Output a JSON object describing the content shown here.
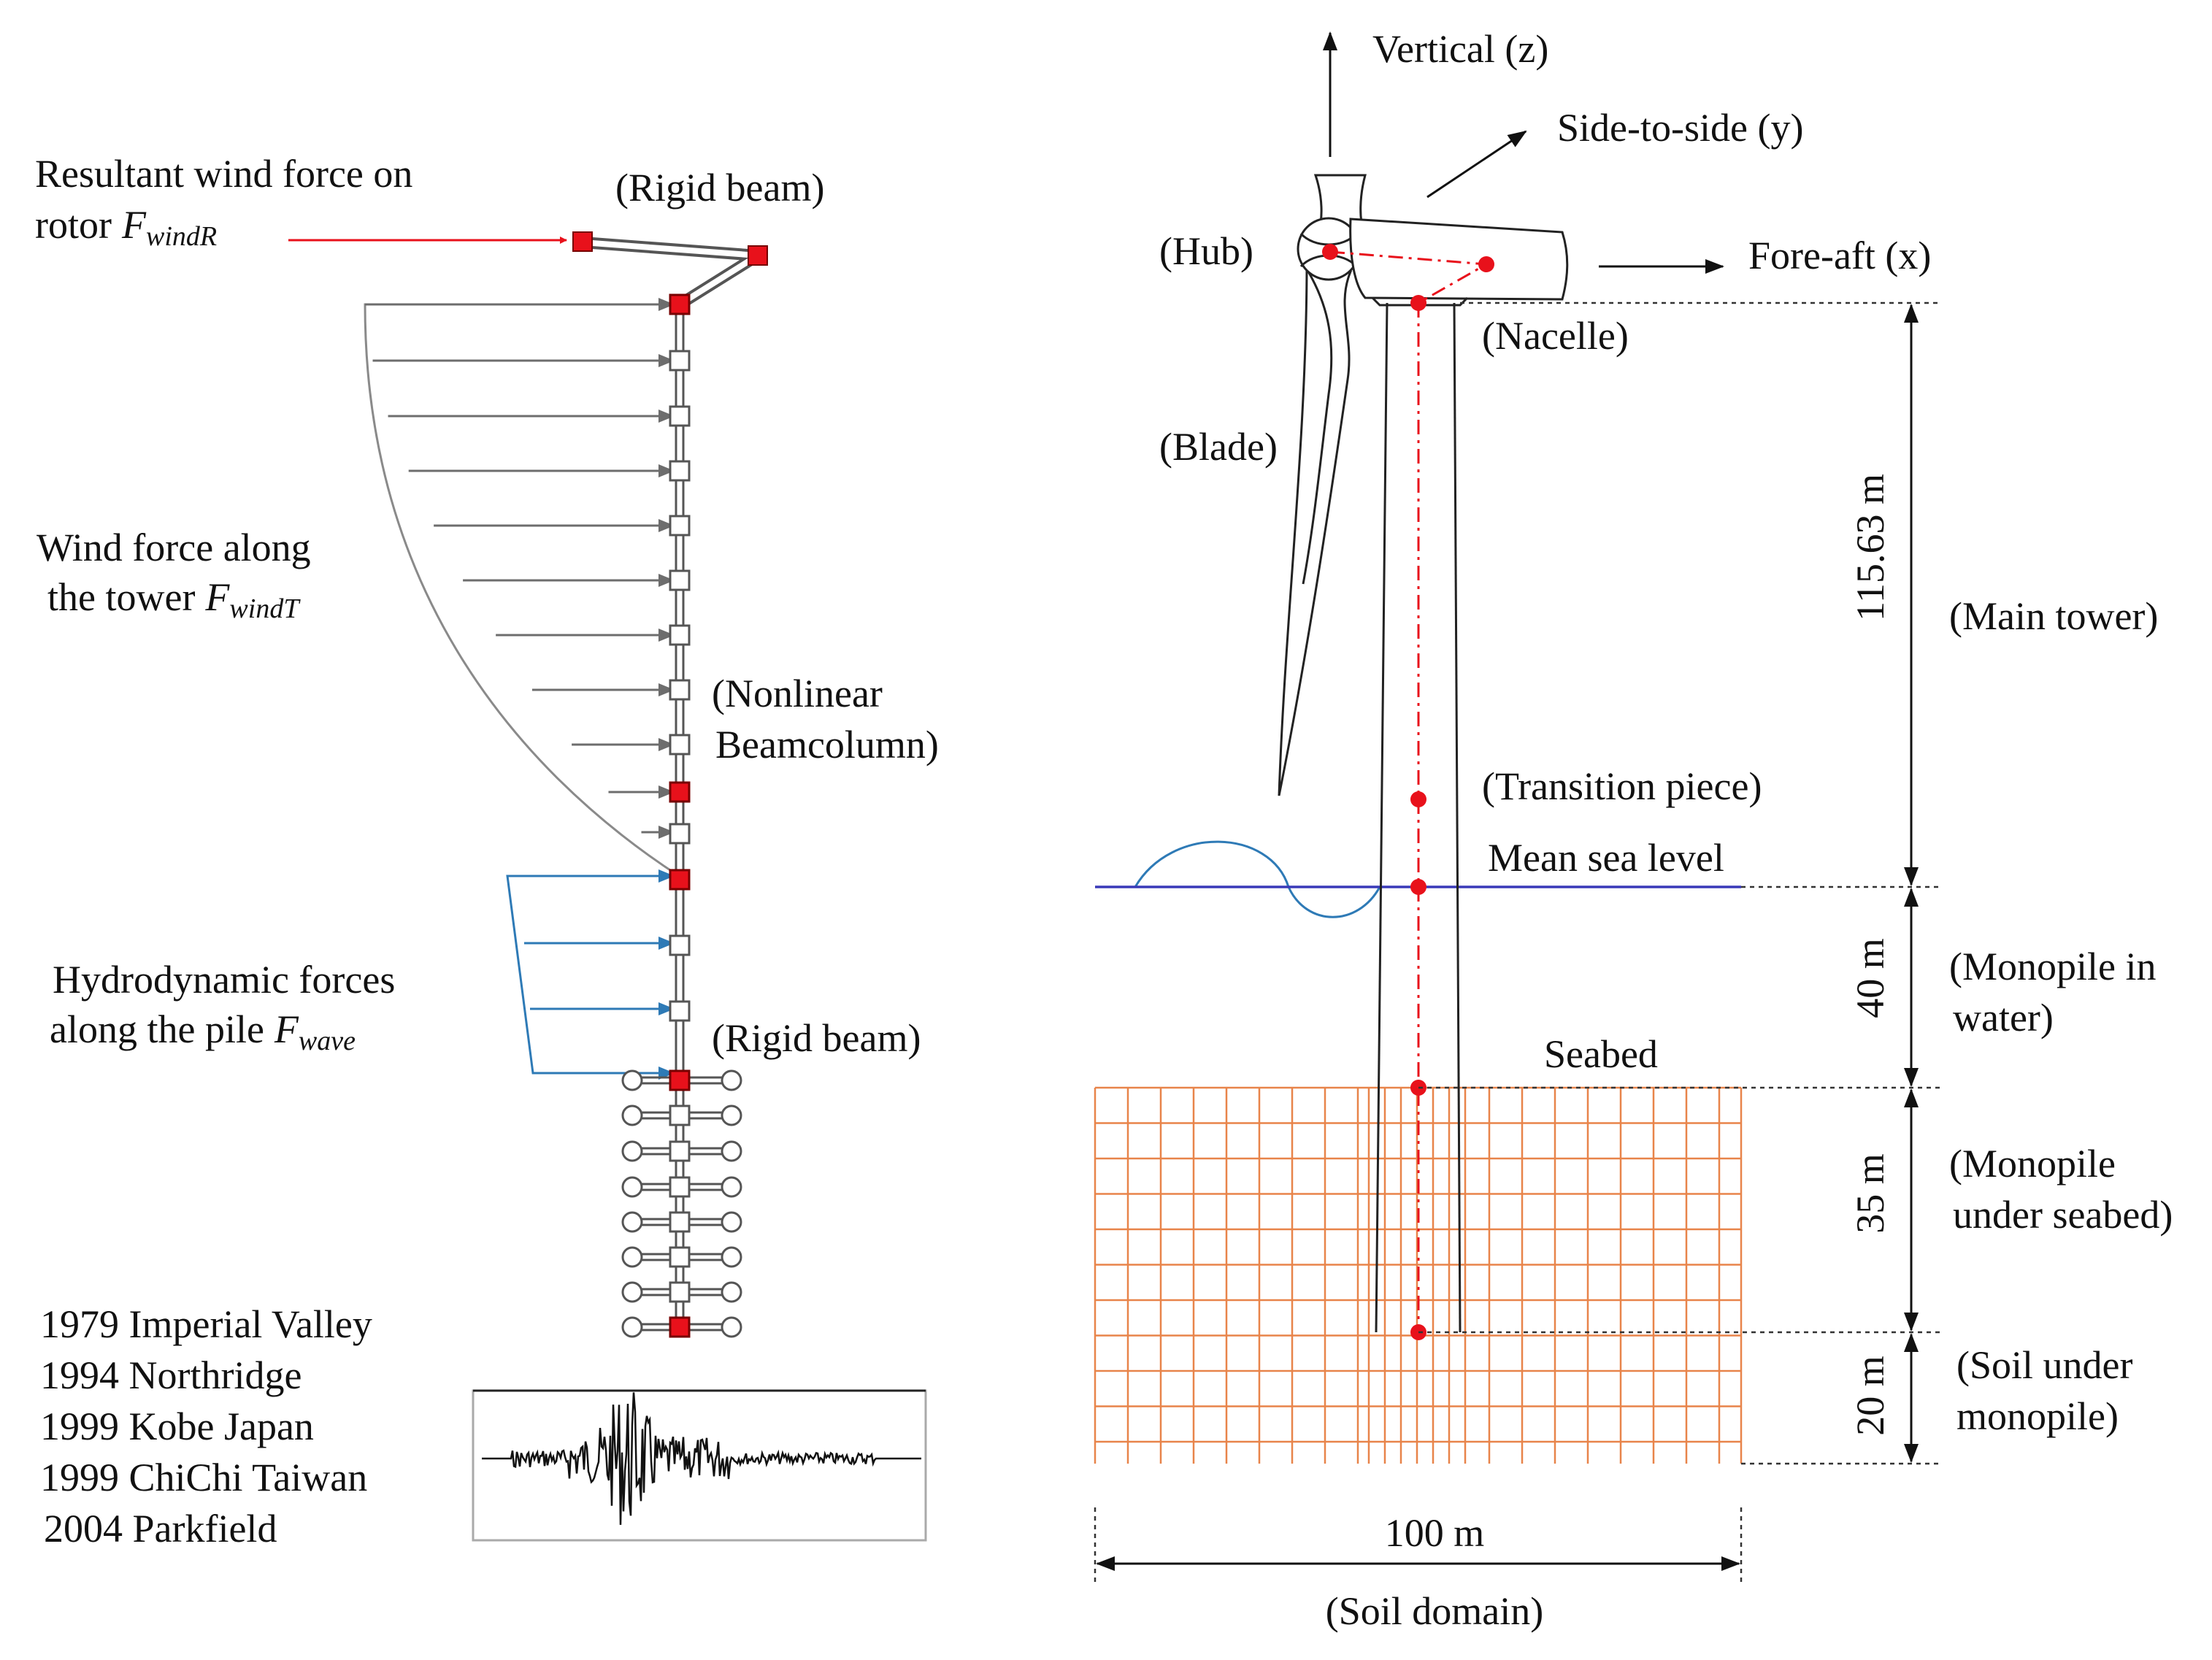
{
  "left_model": {
    "rotor_force_label_line1": "Resultant wind force on",
    "rotor_force_label_line2": "rotor",
    "rotor_force_symbol": "F",
    "rotor_force_subscript": "windR",
    "rigid_beam_top_label": "(Rigid beam)",
    "tower_force_label_line1": "Wind force along",
    "tower_force_label_line2": "the tower",
    "tower_force_symbol": "F",
    "tower_force_subscript": "windT",
    "nonlinear_label_line1": "(Nonlinear",
    "nonlinear_label_line2": "Beamcolumn)",
    "hydro_label_line1": "Hydrodynamic forces",
    "hydro_label_line2": "along the pile",
    "hydro_symbol": "F",
    "hydro_subscript": "wave",
    "rigid_beam_bottom_label": "(Rigid beam)",
    "earthquakes": [
      "1979 Imperial Valley",
      "1994 Northridge",
      "1999 Kobe Japan",
      "1999 ChiChi Taiwan",
      "2004 Parkfield"
    ]
  },
  "right_model": {
    "axis_vertical": "Vertical (z)",
    "axis_side": "Side-to-side (y)",
    "axis_fore": "Fore-aft (x)",
    "hub_label": "(Hub)",
    "nacelle_label": "(Nacelle)",
    "blade_label": "(Blade)",
    "transition_label": "(Transition piece)",
    "msl_label": "Mean sea level",
    "seabed_label": "Seabed",
    "dim_tower": "115.63 m",
    "dim_water": "40 m",
    "dim_pile_soil": "35 m",
    "dim_soil_below": "20 m",
    "region_main_tower": "(Main tower)",
    "region_water_line1": "(Monopile in",
    "region_water_line2": "water)",
    "region_under_line1": "(Monopile",
    "region_under_line2": "under seabed)",
    "region_soil_line1": "(Soil under",
    "region_soil_line2": "monopile)",
    "domain_width": "100 m",
    "domain_label": "(Soil domain)"
  },
  "colors": {
    "node_red": "#e8111b",
    "wind_gray": "#808080",
    "wave_blue": "#2e7ab6",
    "sea_line": "#3a3ab8",
    "soil_mesh": "#e8844a",
    "centerline": "#e8111b"
  }
}
